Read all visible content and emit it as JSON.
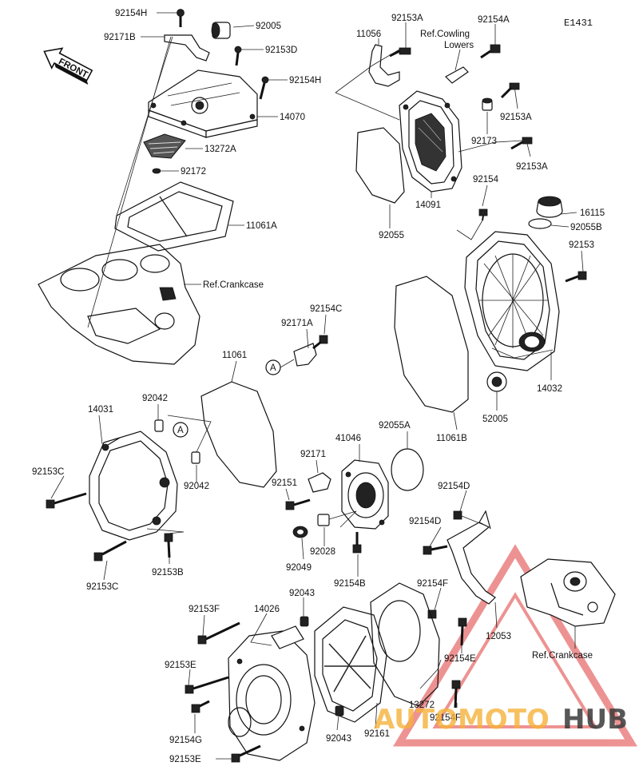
{
  "diagram_code": "E1431",
  "front_label": "FRONT",
  "watermark": {
    "part1": "AUTOMOTO",
    "part2": "HUB",
    "color1": "#f5b13a",
    "color2": "#3a3a3a",
    "triangle_color": "#e03a3a"
  },
  "labels": {
    "p92154H_top": "92154H",
    "p92171B": "92171B",
    "p92005": "92005",
    "p92153D": "92153D",
    "p92154H_mid": "92154H",
    "p14070": "14070",
    "p13272A": "13272A",
    "p92172": "92172",
    "p11061A": "11061A",
    "ref_crankcase_1": "Ref.Crankcase",
    "p11056": "11056",
    "p92153A_1": "92153A",
    "ref_cowling": "Ref.Cowling",
    "lowers": "Lowers",
    "p92154A": "92154A",
    "p92153A_2": "92153A",
    "p92173": "92173",
    "p92153A_3": "92153A",
    "p14091": "14091",
    "p92055": "92055",
    "p92154": "92154",
    "p16115": "16115",
    "p92055B": "92055B",
    "p92153": "92153",
    "p92154C": "92154C",
    "p92171A": "92171A",
    "circle_a": "A",
    "p11061": "11061",
    "p14032": "14032",
    "p52005": "52005",
    "p11061B": "11061B",
    "p14031": "14031",
    "p92042_1": "92042",
    "circle_a2": "A",
    "p92153C_1": "92153C",
    "p92042_2": "92042",
    "p92055A": "92055A",
    "p41046": "41046",
    "p92171": "92171",
    "p92151": "92151",
    "p92154D_1": "92154D",
    "p92154D_2": "92154D",
    "p92028": "92028",
    "p92049": "92049",
    "p92154B": "92154B",
    "p92153C_2": "92153C",
    "p92153B": "92153B",
    "p92043_1": "92043",
    "p92154F_1": "92154F",
    "p92153F": "92153F",
    "p14026": "14026",
    "p12053": "12053",
    "ref_crankcase_2": "Ref.Crankcase",
    "p92154E": "92154E",
    "p92153E_1": "92153E",
    "p13272": "13272",
    "p92154F_2": "92154F",
    "p92154G": "92154G",
    "p92043_2": "92043",
    "p92161": "92161",
    "p92153E_2": "92153E"
  }
}
